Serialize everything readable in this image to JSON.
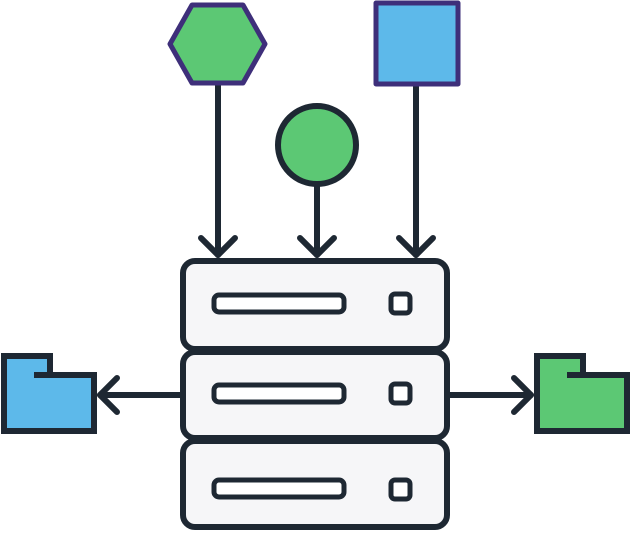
{
  "colors": {
    "outline": "#1e2833",
    "shape_outline": "#3e2f7a",
    "green": "#5cc874",
    "blue": "#5db9ea",
    "server_fill": "#f6f6f8",
    "background": "#ffffff"
  },
  "nodes": {
    "inputs": [
      {
        "shape": "hexagon",
        "color": "green"
      },
      {
        "shape": "circle",
        "color": "green"
      },
      {
        "shape": "square",
        "color": "blue"
      }
    ],
    "server": {
      "units": 3
    },
    "outputs": [
      {
        "shape": "folder",
        "color": "blue",
        "side": "left"
      },
      {
        "shape": "folder",
        "color": "green",
        "side": "right"
      }
    ]
  },
  "icons": [
    "hexagon-icon",
    "circle-icon",
    "square-icon",
    "server-icon",
    "folder-icon",
    "arrow-down-icon",
    "arrow-left-icon",
    "arrow-right-icon"
  ]
}
